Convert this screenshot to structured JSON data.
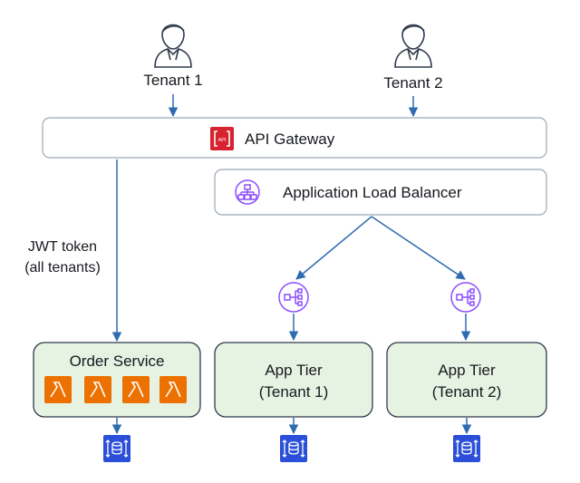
{
  "tenants": [
    {
      "label": "Tenant 1",
      "icon": "user-icon"
    },
    {
      "label": "Tenant 2",
      "icon": "user-icon"
    }
  ],
  "api_gateway": {
    "label": "API Gateway",
    "icon": "api-gateway-icon",
    "icon_color": "#d6232f"
  },
  "load_balancer": {
    "label": "Application Load Balancer",
    "icon": "load-balancer-icon",
    "icon_color": "#8c4fff"
  },
  "jwt_note": {
    "line1": "JWT token",
    "line2": "(all tenants)"
  },
  "order_service": {
    "label": "Order Service",
    "functions": [
      {
        "icon": "lambda-icon"
      },
      {
        "icon": "lambda-icon"
      },
      {
        "icon": "lambda-icon"
      },
      {
        "icon": "lambda-icon"
      }
    ],
    "function_color": "#ed7100"
  },
  "app_tiers": [
    {
      "line1": "App Tier",
      "line2": "(Tenant 1)"
    },
    {
      "line1": "App Tier",
      "line2": "(Tenant 2)"
    }
  ],
  "target_group_icon": {
    "icon": "target-group-icon",
    "color": "#8c4fff"
  },
  "database_icon": {
    "icon": "database-icon",
    "color": "#2b4fd8"
  },
  "colors": {
    "box_fill": "#e6f2e2",
    "box_stroke": "#2f3b4c",
    "bar_stroke": "#9ba7b6",
    "arrow": "#2e6bb0"
  }
}
